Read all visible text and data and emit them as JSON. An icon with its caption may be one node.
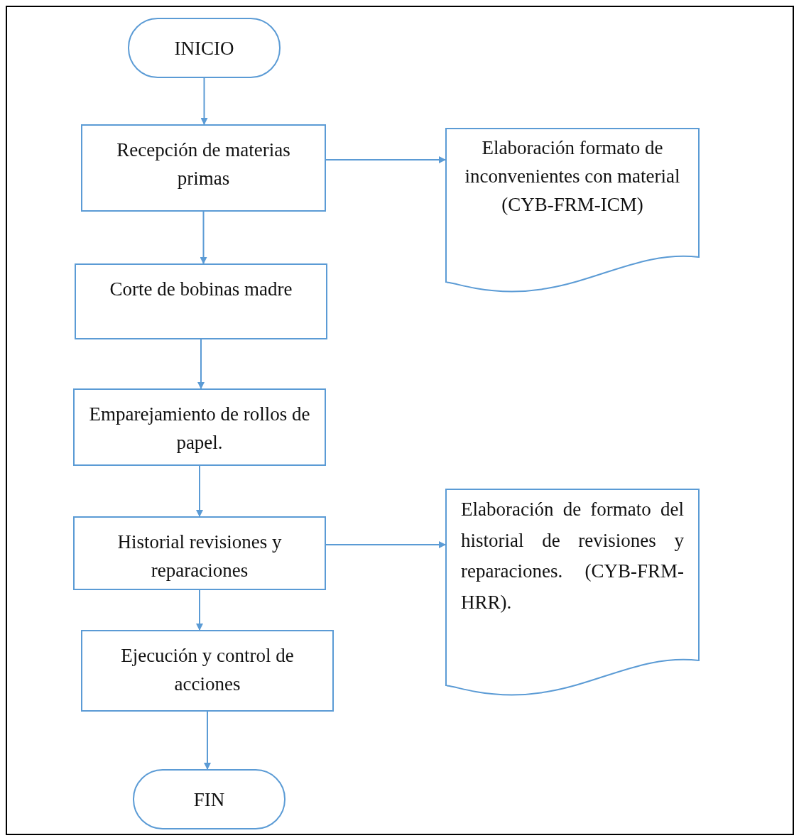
{
  "diagram": {
    "nodes": [
      {
        "text": [
          "INICIO"
        ]
      },
      {
        "text": [
          "Recepción de materias primas"
        ]
      },
      {
        "text": [
          "Elaboración formato de inconvenientes con material (CYB-FRM-ICM)"
        ]
      },
      {
        "text": [
          "Corte de bobinas madre"
        ]
      },
      {
        "text": [
          "Emparejamiento de rollos de papel."
        ]
      },
      {
        "text": [
          "Historial revisiones y reparaciones"
        ]
      },
      {
        "text": [
          "Elaboración de formato del historial de revisiones y reparaciones. (CYB-FRM-HRR)."
        ]
      },
      {
        "text": [
          "Ejecución y control de acciones"
        ]
      },
      {
        "text": [
          "FIN"
        ]
      }
    ],
    "edges": [
      {
        "from": 0,
        "to": 1,
        "arrow": "to"
      },
      {
        "from": 1,
        "to": 2,
        "arrow": "to"
      },
      {
        "from": 1,
        "to": 3,
        "arrow": "to"
      },
      {
        "from": 3,
        "to": 4,
        "arrow": "to"
      },
      {
        "from": 4,
        "to": 5,
        "arrow": "to"
      },
      {
        "from": 5,
        "to": 6,
        "arrow": "to"
      },
      {
        "from": 5,
        "to": 7,
        "arrow": "to"
      },
      {
        "from": 7,
        "to": 8,
        "arrow": "to"
      }
    ]
  }
}
